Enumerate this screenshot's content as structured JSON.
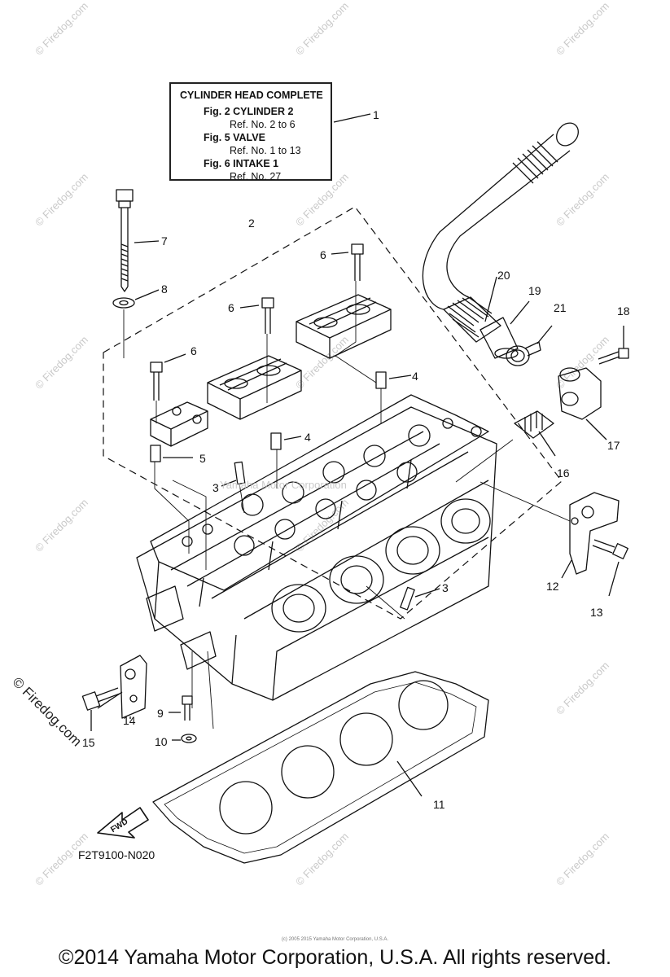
{
  "note": {
    "title": "CYLINDER HEAD COMPLETE",
    "lines": [
      "Fig.  2 CYLINDER 2",
      "Ref. No. 2 to 6",
      "Fig.  5 VALVE",
      "Ref. No. 1 to 13",
      "Fig.  6 INTAKE 1",
      "Ref. No. 27"
    ]
  },
  "callouts": [
    "1",
    "2",
    "3",
    "3",
    "4",
    "4",
    "5",
    "6",
    "6",
    "6",
    "7",
    "8",
    "9",
    "10",
    "11",
    "12",
    "13",
    "14",
    "15",
    "16",
    "17",
    "18",
    "19",
    "20",
    "21"
  ],
  "fwd_label": "FWD",
  "figure_code": "F2T9100-N020",
  "copyright": "©2014 Yamaha Motor Corporation, U.S.A. All rights reserved.",
  "tiny_credit": "(c) 2005 2015 Yamaha Motor Corporation, U.S.A.",
  "center_watermark": "Yamaha Motor Corporation",
  "watermark": "© Firedog.com",
  "colors": {
    "line": "#111111",
    "watermark": "#c9c9c9"
  }
}
